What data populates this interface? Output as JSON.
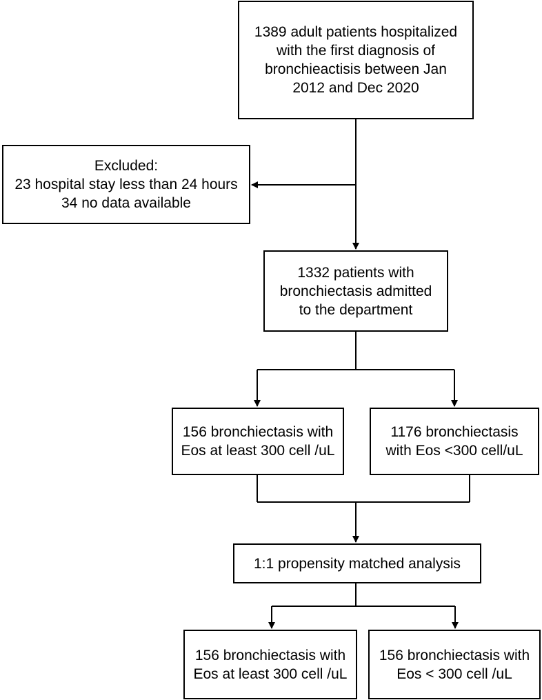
{
  "boxes": {
    "start": "1389 adult patients hospitalized\nwith the first diagnosis of\nbronchieactisis between Jan\n2012 and Dec 2020",
    "excluded": "Excluded:\n23 hospital stay less than 24 hours\n34 no data available",
    "admitted": "1332 patients with\nbronchiectasis admitted\nto the department",
    "eos_high": "156 bronchiectasis with\nEos at least 300 cell /uL",
    "eos_low": "1176 bronchiectasis\nwith Eos <300 cell/uL",
    "psm": "1:1 propensity matched analysis",
    "matched_high": "156 bronchiectasis with\nEos at least 300 cell /uL",
    "matched_low": "156 bronchiectasis with\nEos < 300 cell /uL"
  },
  "colors": {
    "line": "#000000",
    "box_border": "#000000",
    "background": "#ffffff"
  }
}
